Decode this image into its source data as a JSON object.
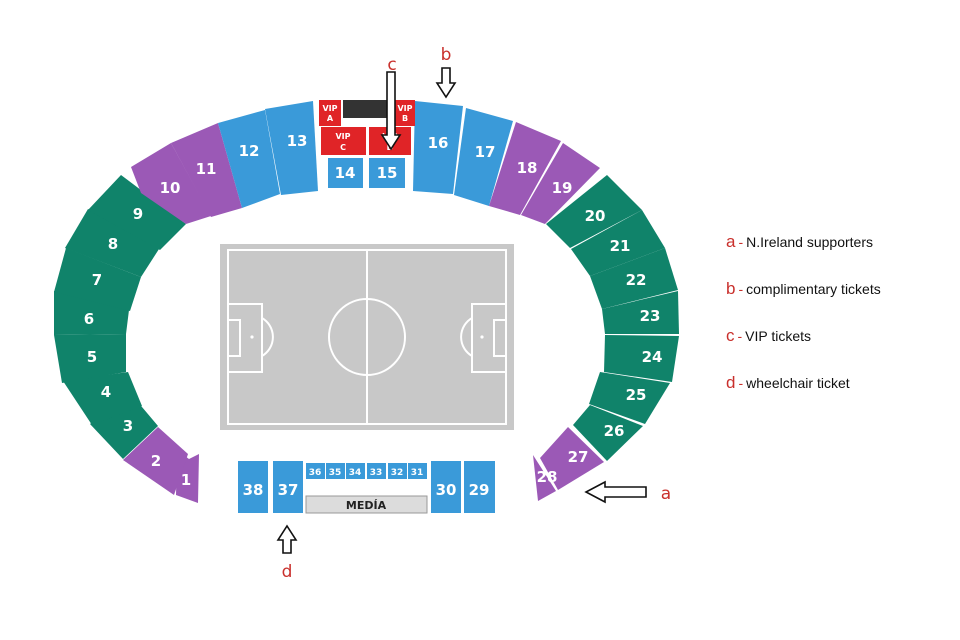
{
  "colors": {
    "green": "#10836a",
    "purple": "#9b59b6",
    "blue": "#3a9ad9",
    "red": "#e02427",
    "pitch": "#c8c8c8",
    "dark_box": "#333333",
    "media_box": "#dcdcdc",
    "marker_red": "#c9302c"
  },
  "sections": [
    {
      "num": "1",
      "color": "purple"
    },
    {
      "num": "2",
      "color": "purple"
    },
    {
      "num": "3",
      "color": "green"
    },
    {
      "num": "4",
      "color": "green"
    },
    {
      "num": "5",
      "color": "green"
    },
    {
      "num": "6",
      "color": "green"
    },
    {
      "num": "7",
      "color": "green"
    },
    {
      "num": "8",
      "color": "green"
    },
    {
      "num": "9",
      "color": "green"
    },
    {
      "num": "10",
      "color": "purple"
    },
    {
      "num": "11",
      "color": "purple"
    },
    {
      "num": "12",
      "color": "blue"
    },
    {
      "num": "13",
      "color": "blue"
    },
    {
      "num": "14",
      "color": "blue"
    },
    {
      "num": "15",
      "color": "blue"
    },
    {
      "num": "16",
      "color": "blue"
    },
    {
      "num": "17",
      "color": "blue"
    },
    {
      "num": "18",
      "color": "purple"
    },
    {
      "num": "19",
      "color": "purple"
    },
    {
      "num": "20",
      "color": "green"
    },
    {
      "num": "21",
      "color": "green"
    },
    {
      "num": "22",
      "color": "green"
    },
    {
      "num": "23",
      "color": "green"
    },
    {
      "num": "24",
      "color": "green"
    },
    {
      "num": "25",
      "color": "green"
    },
    {
      "num": "26",
      "color": "green"
    },
    {
      "num": "27",
      "color": "purple"
    },
    {
      "num": "28",
      "color": "purple"
    },
    {
      "num": "29",
      "color": "blue"
    },
    {
      "num": "30",
      "color": "blue"
    },
    {
      "num": "31",
      "color": "blue"
    },
    {
      "num": "32",
      "color": "blue"
    },
    {
      "num": "33",
      "color": "blue"
    },
    {
      "num": "34",
      "color": "blue"
    },
    {
      "num": "35",
      "color": "blue"
    },
    {
      "num": "36",
      "color": "blue"
    },
    {
      "num": "37",
      "color": "blue"
    },
    {
      "num": "38",
      "color": "blue"
    }
  ],
  "vip": {
    "a_line1": "VIP",
    "a_line2": "A",
    "b_line1": "VIP",
    "b_line2": "B",
    "c_line1": "VIP",
    "c_line2": "C",
    "d_line1": "VIP",
    "d_line2": "D"
  },
  "media_label": "MEDÍA",
  "markers": {
    "a": "a",
    "b": "b",
    "c": "c",
    "d": "d"
  },
  "legend": [
    {
      "key": "a",
      "sep": "-",
      "text": "N.Ireland supporters"
    },
    {
      "key": "b",
      "sep": "-",
      "text": "complimentary tickets"
    },
    {
      "key": "c",
      "sep": "-",
      "text": "VIP tickets"
    },
    {
      "key": "d",
      "sep": "-",
      "text": "wheelchair ticket"
    }
  ]
}
